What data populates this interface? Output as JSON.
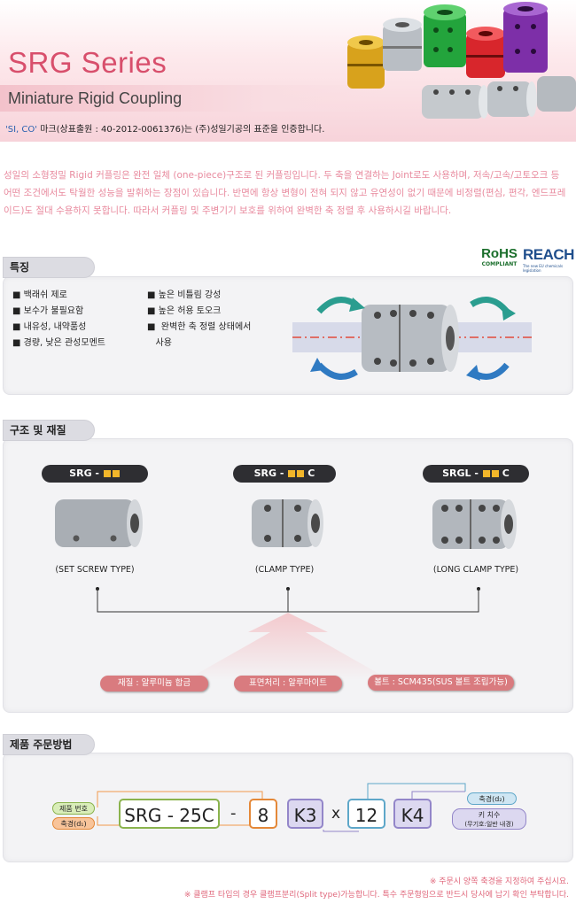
{
  "header": {
    "title": "SRG Series",
    "subtitle": "Miniature Rigid Coupling",
    "cert_company": "'SI, CO'",
    "cert_text": " 마크(상표출원 : 40-2012-0061376)는 (주)성일기공의 표준을 인증합니다."
  },
  "description": "성일의 소형정밀 Rigid 커플링은 완전 일체 (one-piece)구조로 된 커플링입니다. 두 축을 연결하는 Joint로도 사용하며, 저속/고속/고토오크 등 어떤 조건에서도 탁월한 성능을 발휘하는 장점이 있습니다. 반면에 항상 변형이 전혀 되지 않고 유연성이 없기 때문에 비정렬(편심, 편각, 엔드프레이드)도 절대 수용하지 못합니다. 따라서 커플링 및 주변기기 보호를 위하여 완벽한 축 정렬 후 사용하시길 바랍니다.",
  "badges": {
    "rohs": "RoHS",
    "rohs_sub": "COMPLIANT",
    "reach": "REACH",
    "reach_sub": "The new EU chemicals legislation"
  },
  "features": {
    "tab": "특징",
    "left": [
      "■ 백래쉬 제로",
      "■ 보수가 불필요함",
      "■ 내유성, 내약품성",
      "■ 경량, 낮은 관성모멘트"
    ],
    "right": [
      "■ 높은 비틀림 강성",
      "■ 높은 허용 토오크",
      "■  완벽한 축 정렬 상태에서",
      "   사용"
    ]
  },
  "structure": {
    "tab": "구조 및 재질",
    "types": [
      {
        "prefix": "SRG - ",
        "suffix": "",
        "label": "(SET SCREW TYPE)"
      },
      {
        "prefix": "SRG - ",
        "suffix": "C",
        "label": "(CLAMP TYPE)"
      },
      {
        "prefix": "SRGL - ",
        "suffix": "C",
        "label": "(LONG CLAMP TYPE)"
      }
    ],
    "materials": [
      "재질 : 알루미늄 합금",
      "표면처리 : 알루마이트",
      "볼트 : SCM435(SUS 볼트 조립가능)"
    ]
  },
  "order": {
    "tab": "제품 주문방법",
    "left_labels": [
      "제품 번호",
      "축경(d₁)"
    ],
    "code": "SRG - 25C",
    "dash": "-",
    "d1": "8",
    "k1": "K3",
    "x": "x",
    "d2": "12",
    "k2": "K4",
    "right_labels": [
      "축경(d₂)",
      "키 치수",
      "(무기호:일반 내경)"
    ],
    "notes": [
      "※ 주문시 양쪽 축경을 지정하여 주십시요.",
      "※ 클램프 타입의 경우 클램프분리(Split type)가능합니다. 특수 주문형임으로 반드시 당사에 납기 확인 부탁합니다."
    ]
  },
  "colors": {
    "accent": "#d84f6c",
    "orange": "#f2b62a",
    "teal": "#2a9d8f"
  }
}
